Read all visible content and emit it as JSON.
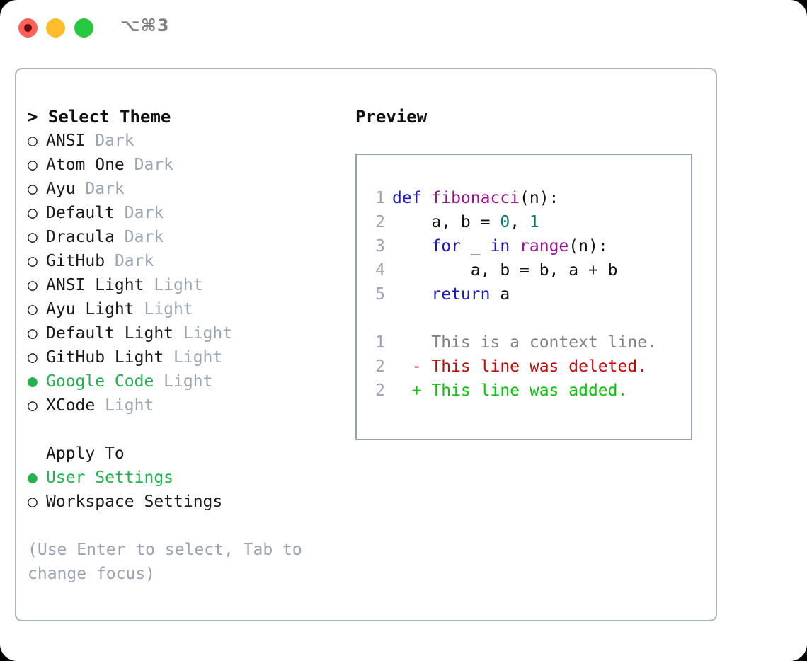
{
  "titlebar": {
    "shortcut": "⌥⌘3",
    "buttons": {
      "close": "close",
      "minimize": "minimize",
      "maximize": "maximize"
    }
  },
  "colors": {
    "accent_green": "#22b14c",
    "muted": "#9aa5b4",
    "hint": "#9aa3b2",
    "border": "#aab4c2",
    "preview_border": "#95a1b0",
    "keyword": "#1a17c4",
    "function": "#9c0f8f",
    "number": "#0b7a75",
    "diff_add": "#0cc40c",
    "diff_del": "#c00a0a",
    "diff_ctx": "#808080",
    "light_close": "#ff6159",
    "light_min": "#ffbd2e",
    "light_max": "#26c940"
  },
  "theme_picker": {
    "header": "> Select Theme",
    "selected_marker": "●",
    "unselected_marker": "○",
    "items": [
      {
        "name": "ANSI",
        "suffix": "Dark",
        "selected": false
      },
      {
        "name": "Atom One",
        "suffix": "Dark",
        "selected": false
      },
      {
        "name": "Ayu",
        "suffix": "Dark",
        "selected": false
      },
      {
        "name": "Default",
        "suffix": "Dark",
        "selected": false
      },
      {
        "name": "Dracula",
        "suffix": "Dark",
        "selected": false
      },
      {
        "name": "GitHub",
        "suffix": "Dark",
        "selected": false
      },
      {
        "name": "ANSI Light",
        "suffix": "Light",
        "selected": false
      },
      {
        "name": "Ayu Light",
        "suffix": "Light",
        "selected": false
      },
      {
        "name": "Default Light",
        "suffix": "Light",
        "selected": false
      },
      {
        "name": "GitHub Light",
        "suffix": "Light",
        "selected": false
      },
      {
        "name": "Google Code",
        "suffix": "Light",
        "selected": true
      },
      {
        "name": "XCode",
        "suffix": "Light",
        "selected": false
      }
    ]
  },
  "apply_to": {
    "label": "Apply To",
    "items": [
      {
        "name": "User Settings",
        "selected": true
      },
      {
        "name": "Workspace Settings",
        "selected": false
      }
    ]
  },
  "hint": "(Use Enter to select, Tab to change focus)",
  "preview": {
    "title": "Preview",
    "code_lines": [
      {
        "number": "1",
        "tokens": [
          {
            "text": "def ",
            "type": "kw"
          },
          {
            "text": "fibonacci",
            "type": "fn"
          },
          {
            "text": "(n):",
            "type": "plain"
          }
        ]
      },
      {
        "number": "2",
        "tokens": [
          {
            "text": "    a, b = ",
            "type": "plain"
          },
          {
            "text": "0",
            "type": "num"
          },
          {
            "text": ", ",
            "type": "plain"
          },
          {
            "text": "1",
            "type": "num"
          }
        ]
      },
      {
        "number": "3",
        "tokens": [
          {
            "text": "    ",
            "type": "plain"
          },
          {
            "text": "for",
            "type": "kw"
          },
          {
            "text": " _ ",
            "type": "plain"
          },
          {
            "text": "in",
            "type": "kw"
          },
          {
            "text": " ",
            "type": "plain"
          },
          {
            "text": "range",
            "type": "fn"
          },
          {
            "text": "(n):",
            "type": "plain"
          }
        ]
      },
      {
        "number": "4",
        "tokens": [
          {
            "text": "        a, b = b, a + b",
            "type": "plain"
          }
        ]
      },
      {
        "number": "5",
        "tokens": [
          {
            "text": "    ",
            "type": "plain"
          },
          {
            "text": "return",
            "type": "kw"
          },
          {
            "text": " a",
            "type": "plain"
          }
        ]
      }
    ],
    "diff_lines": [
      {
        "number": "1",
        "sign": " ",
        "text": "This is a context line.",
        "kind": "ctx"
      },
      {
        "number": "2",
        "sign": "-",
        "text": "This line was deleted.",
        "kind": "del"
      },
      {
        "number": "2",
        "sign": "+",
        "text": "This line was added.",
        "kind": "add"
      }
    ]
  }
}
